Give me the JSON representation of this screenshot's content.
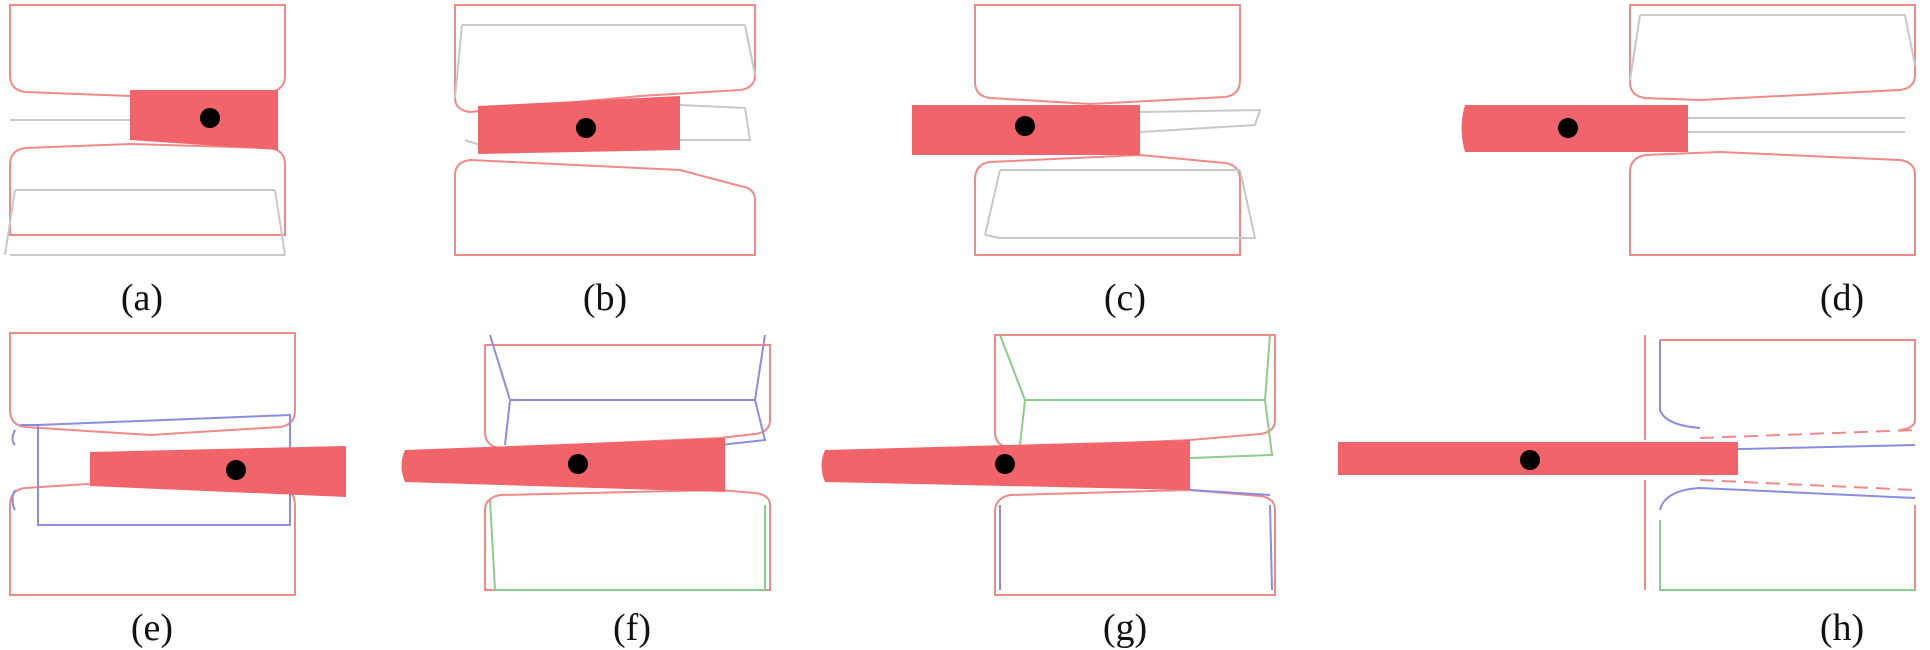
{
  "figure": {
    "panels": [
      {
        "id": "a",
        "caption": "(a)"
      },
      {
        "id": "b",
        "caption": "(b)"
      },
      {
        "id": "c",
        "caption": "(c)"
      },
      {
        "id": "d",
        "caption": "(d)"
      },
      {
        "id": "e",
        "caption": "(e)"
      },
      {
        "id": "f",
        "caption": "(f)"
      },
      {
        "id": "g",
        "caption": "(g)"
      },
      {
        "id": "h",
        "caption": "(h)"
      }
    ]
  },
  "colors": {
    "workpiece": "#f0646a",
    "roll_outline": "#f08a8a",
    "mesh_gray": "#c8c8c8",
    "mesh_blue": "#8c8ce0",
    "mesh_green": "#8ccc8c",
    "marker": "#000000"
  }
}
